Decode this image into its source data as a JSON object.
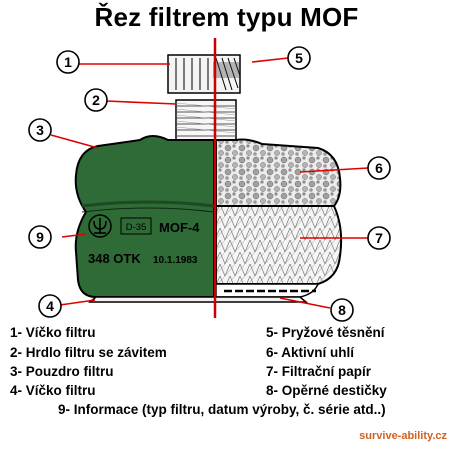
{
  "title": "Řez filtrem typu MOF",
  "callouts": [
    "1",
    "2",
    "3",
    "4",
    "5",
    "6",
    "7",
    "8",
    "9"
  ],
  "filter_text": {
    "code_box": "D-35",
    "model": "MOF-4",
    "serial": "348 OTK",
    "date": "10.1.1983"
  },
  "legend": [
    "1- Víčko filtru",
    "2- Hrdlo filtru se závitem",
    "3- Pouzdro filtru",
    "4- Víčko filtru",
    "5- Pryžové těsnění",
    "6- Aktivní uhlí",
    "7- Filtrační papír",
    "8- Opěrné destičky",
    "9- Informace (typ filtru, datum výroby, č. série atd..)"
  ],
  "watermark": "survive-ability.cz",
  "colors": {
    "body_green": "#2f6b36",
    "dark_green": "#1d4a23",
    "callout_line": "#e00000",
    "section_line": "#cc0000",
    "watermark": "#d0611f"
  },
  "icons": [
    "trident-emblem-icon"
  ]
}
